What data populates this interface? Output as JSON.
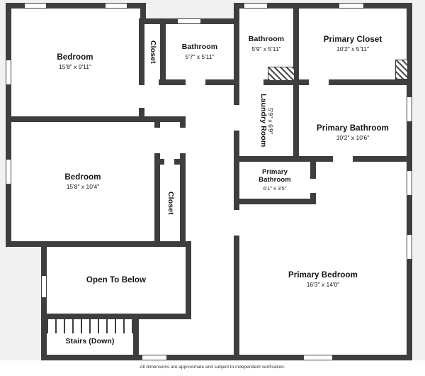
{
  "plan": {
    "rooms": [
      {
        "id": "bedroom-1",
        "name": "Bedroom",
        "dims": "15'8\" x 9'11\""
      },
      {
        "id": "closet-1",
        "name": "Closet",
        "dims": ""
      },
      {
        "id": "bathroom-1",
        "name": "Bathroom",
        "dims": "5'7\" x 5'11\""
      },
      {
        "id": "bathroom-2",
        "name": "Bathroom",
        "dims": "5'9\" x 5'11\""
      },
      {
        "id": "primary-closet",
        "name": "Primary Closet",
        "dims": "10'2\" x 5'11\""
      },
      {
        "id": "laundry-room",
        "name": "Laundry Room",
        "dims": "5'9\" x 6'9\""
      },
      {
        "id": "primary-bathroom",
        "name": "Primary Bathroom",
        "dims": "10'2\" x 10'6\""
      },
      {
        "id": "bedroom-2",
        "name": "Bedroom",
        "dims": "15'8\" x 10'4\""
      },
      {
        "id": "closet-2",
        "name": "Closet",
        "dims": ""
      },
      {
        "id": "primary-bathroom-small",
        "name": "Primary Bathroom",
        "dims": "6'1\" x 3'5\""
      },
      {
        "id": "open-to-below",
        "name": "Open To Below",
        "dims": ""
      },
      {
        "id": "primary-bedroom",
        "name": "Primary Bedroom",
        "dims": "16'3\" x 14'0\""
      },
      {
        "id": "stairs",
        "name": "Stairs (Down)",
        "dims": ""
      }
    ],
    "footer": "All dimensions are approximate and subject to independent verification."
  },
  "colors": {
    "wall": "#3e3e3e",
    "background": "#f1f1f1",
    "room_fill": "#ffffff"
  }
}
